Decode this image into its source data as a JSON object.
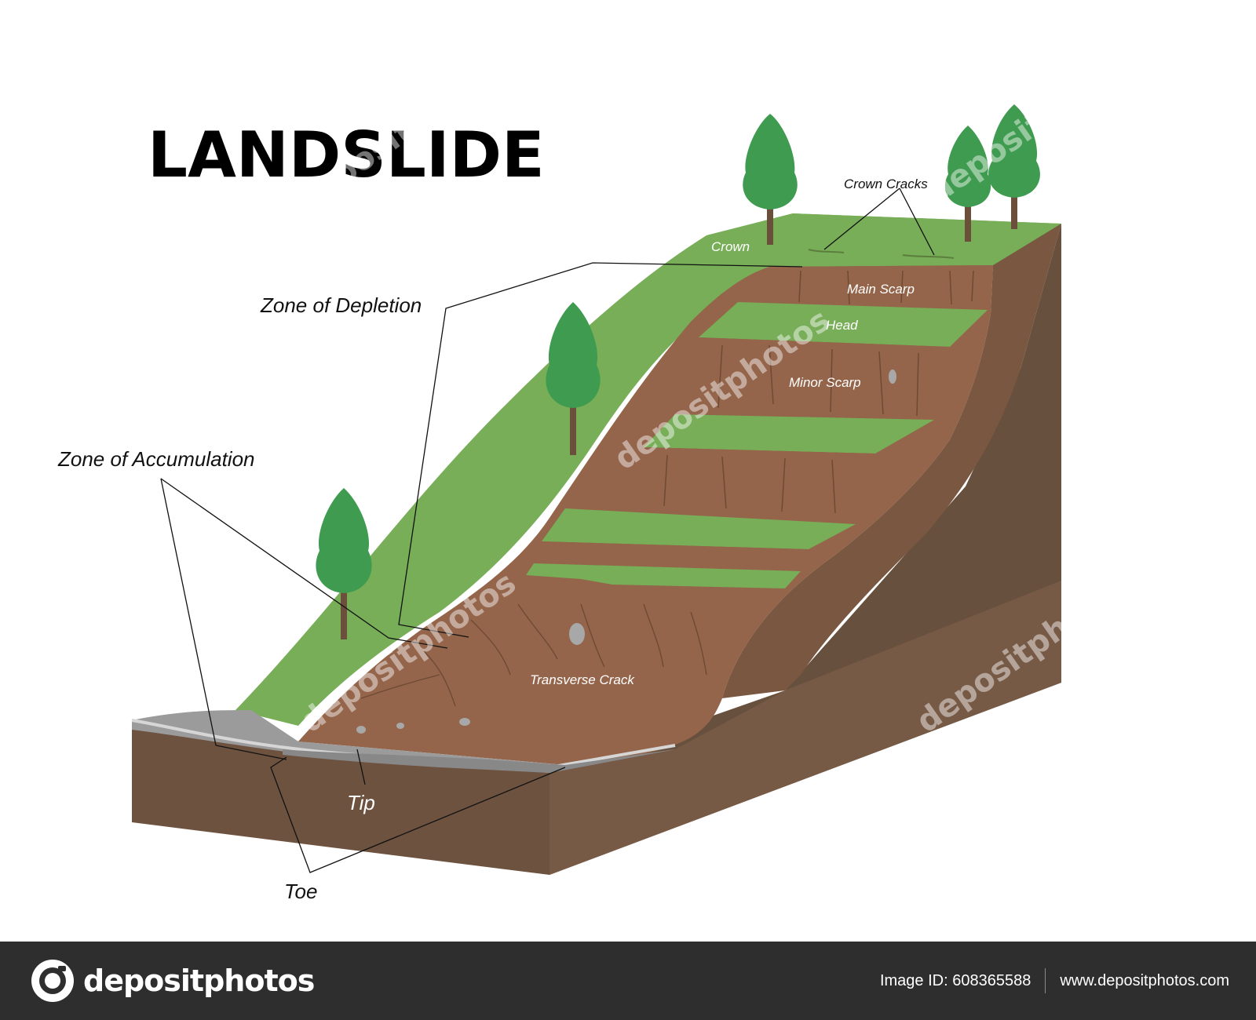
{
  "title": "LANDSLIDE",
  "labels": {
    "zone_of_depletion": "Zone of Depletion",
    "zone_of_accumulation": "Zone of Accumulation",
    "crown": "Crown",
    "crown_cracks": "Crown Cracks",
    "main_scarp": "Main Scarp",
    "head": "Head",
    "minor_scarp": "Minor Scarp",
    "transverse_crack": "Transverse Crack",
    "tip": "Tip",
    "toe": "Toe"
  },
  "watermark": "depositphotos",
  "footer": {
    "brand": "depositphotos",
    "image_id": "Image ID: 608365588",
    "website": "www.depositphotos.com"
  },
  "colors": {
    "grass": "#77ae57",
    "soil": "#94654a",
    "soil_side": "#7a5741",
    "soil_dark": "#67503d",
    "tree": "#3f9b4f",
    "trunk": "#6b4f3b",
    "road": "#9b9b9b",
    "footer": "#2e2e2e"
  }
}
